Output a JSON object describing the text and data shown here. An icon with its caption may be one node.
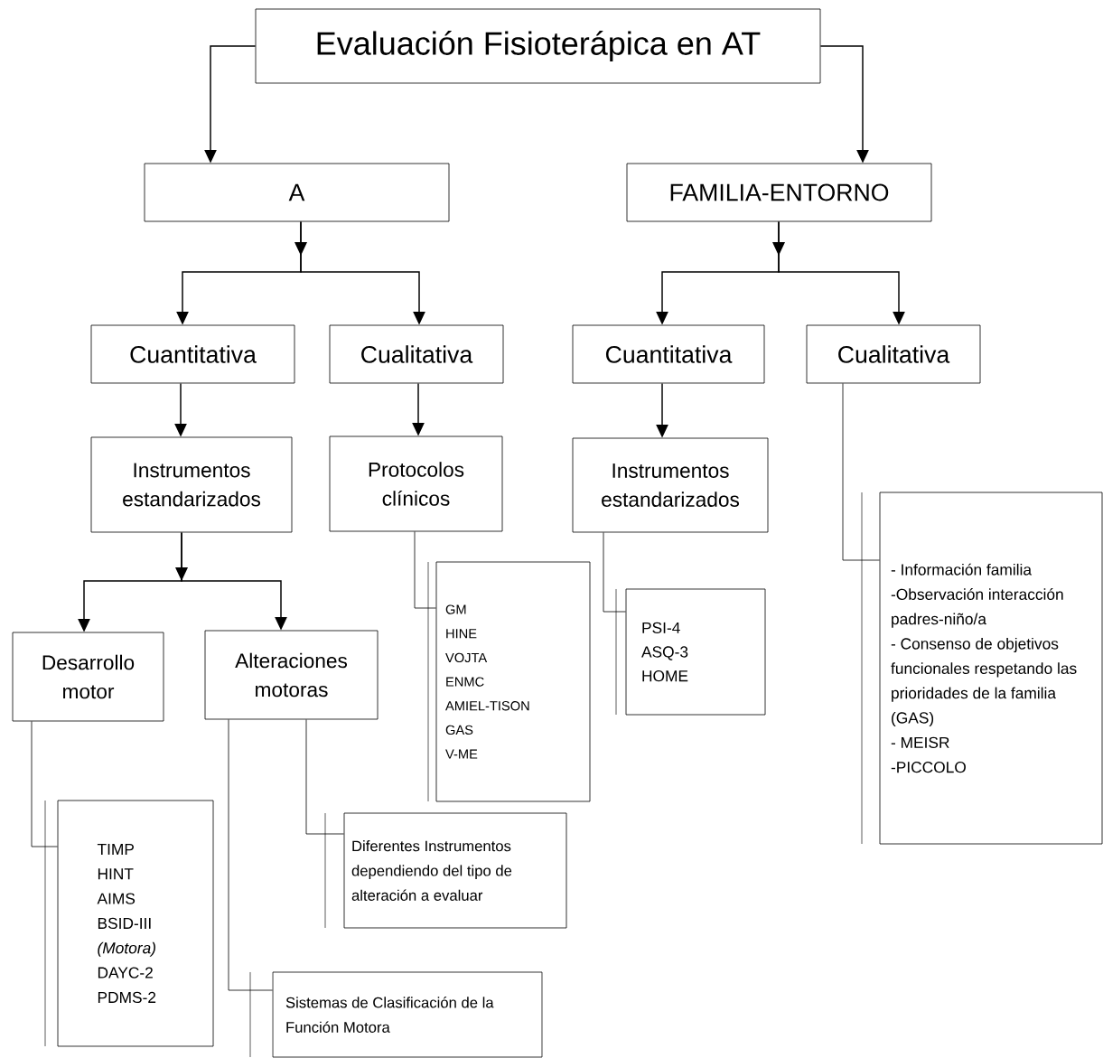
{
  "diagram": {
    "nodes": [
      {
        "text": [
          "Evaluación Fisioterápica en AT"
        ]
      },
      {
        "text": [
          "A"
        ]
      },
      {
        "text": [
          "FAMILIA-ENTORNO"
        ]
      },
      {
        "text": [
          "Cuantitativa"
        ]
      },
      {
        "text": [
          "Cualitativa"
        ]
      },
      {
        "text": [
          "Cuantitativa"
        ]
      },
      {
        "text": [
          "Cualitativa"
        ]
      },
      {
        "text": [
          "Instrumentos estandarizados"
        ]
      },
      {
        "text": [
          "Protocolos clínicos"
        ]
      },
      {
        "text": [
          "Instrumentos estandarizados"
        ]
      },
      {
        "text": [
          "GM",
          "HINE",
          "VOJTA",
          "ENMC",
          "AMIEL-TISON",
          "GAS",
          "V-ME"
        ]
      },
      {
        "text": [
          "PSI-4",
          "ASQ-3",
          "HOME"
        ]
      },
      {
        "text": [
          "- Información familia",
          "-Observación interacción padres-niño/a",
          "- Consenso de objetivos funcionales respetando las prioridades de la familia (GAS)",
          "- MEISR",
          "-PICCOLO"
        ]
      },
      {
        "text": [
          "Desarrollo motor"
        ]
      },
      {
        "text": [
          "Alteraciones motoras"
        ]
      },
      {
        "text": [
          "TIMP",
          "HINT",
          "AIMS",
          "BSID-III *(Motora)*",
          "DAYC-2",
          "PDMS-2"
        ]
      },
      {
        "text": [
          "Diferentes Instrumentos dependiendo del tipo de alteración a evaluar"
        ]
      },
      {
        "text": [
          "Sistemas de Clasificación de la Función Motora"
        ]
      }
    ],
    "edges": [
      {
        "from": 0,
        "to": 1,
        "arrow": "to"
      },
      {
        "from": 0,
        "to": 2,
        "arrow": "to"
      },
      {
        "from": 1,
        "to": 3,
        "arrow": "to"
      },
      {
        "from": 1,
        "to": 4,
        "arrow": "to"
      },
      {
        "from": 2,
        "to": 5,
        "arrow": "to"
      },
      {
        "from": 2,
        "to": 6,
        "arrow": "to"
      },
      {
        "from": 3,
        "to": 7,
        "arrow": "to"
      },
      {
        "from": 4,
        "to": 8,
        "arrow": "to"
      },
      {
        "from": 5,
        "to": 9,
        "arrow": "to"
      },
      {
        "from": 7,
        "to": 13,
        "arrow": "to"
      },
      {
        "from": 7,
        "to": 14,
        "arrow": "to"
      },
      {
        "from": 8,
        "to": 10,
        "arrow": "none"
      },
      {
        "from": 9,
        "to": 11,
        "arrow": "none"
      },
      {
        "from": 6,
        "to": 12,
        "arrow": "none"
      },
      {
        "from": 13,
        "to": 15,
        "arrow": "none"
      },
      {
        "from": 14,
        "to": 16,
        "arrow": "none"
      },
      {
        "from": 14,
        "to": 17,
        "arrow": "none"
      }
    ]
  }
}
